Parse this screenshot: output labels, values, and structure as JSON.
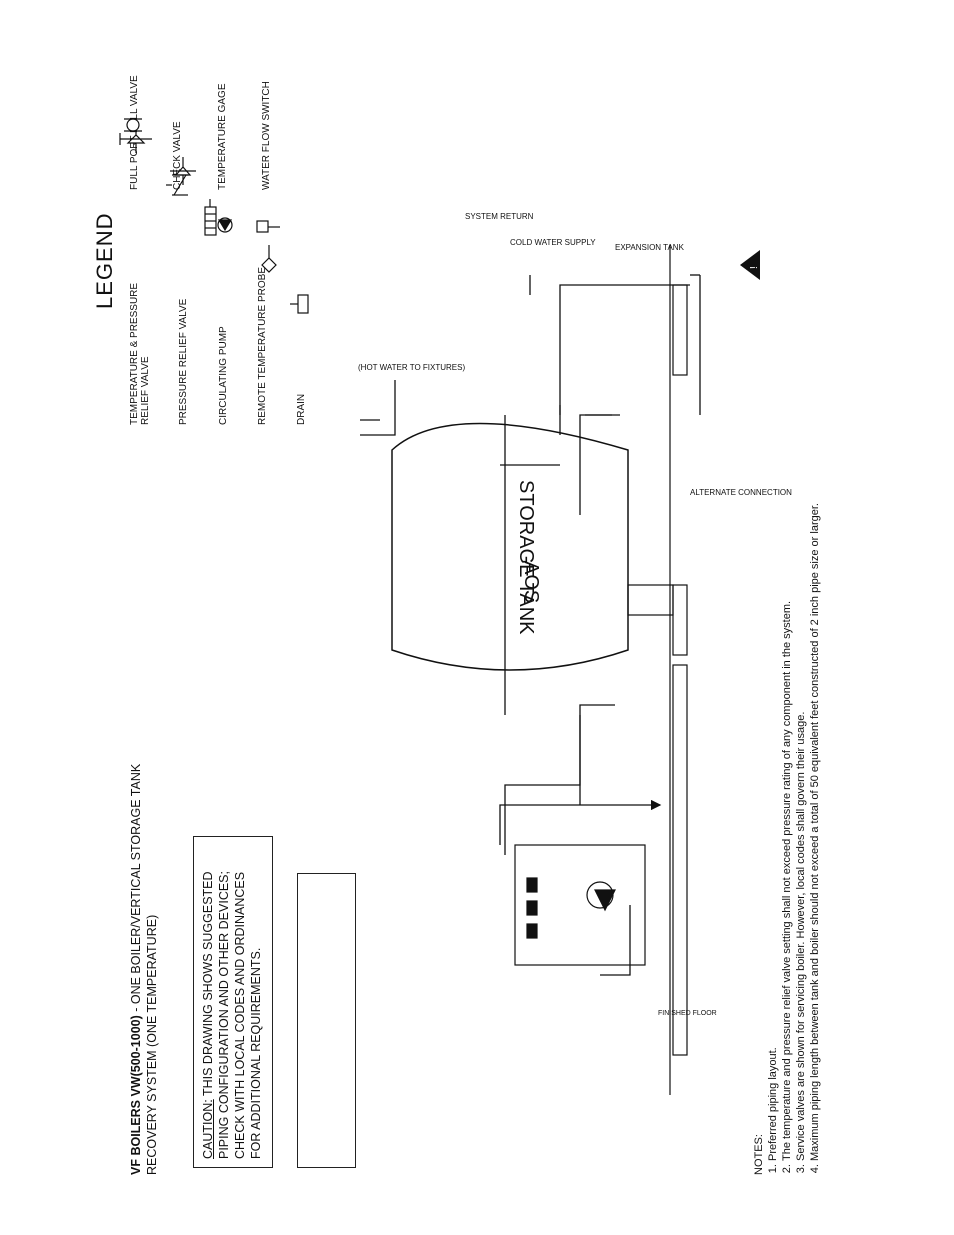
{
  "title": {
    "bold": "VF BOILERS VW(500-1000)",
    "rest": " - ONE BOILER/VERTICAL STORAGE TANK",
    "line2": "RECOVERY SYSTEM (ONE TEMPERATURE)"
  },
  "caution": {
    "label": "CAUTION:",
    "text": " THIS DRAWING SHOWS SUGGESTED PIPING CONFIGURATION AND OTHER DEVICES; CHECK WITH LOCAL CODES AND ORDINANCES FOR ADDITIONAL REQUIREMENTS."
  },
  "legend": {
    "title": "LEGEND",
    "items": [
      "TEMPERATURE & PRESSURE RELIEF VALVE",
      "PRESSURE RELIEF VALVE",
      "CIRCULATING PUMP",
      "REMOTE TEMPERATURE PROBE",
      "DRAIN",
      "FULL PORT BALL VALVE",
      "CHECK VALVE",
      "TEMPERATURE GAGE",
      "WATER FLOW SWITCH"
    ]
  },
  "diagram": {
    "tank_line1": "AOS",
    "tank_line2": "STORAGE TANK",
    "hot_water": "(HOT WATER TO FIXTURES)",
    "system_return": "SYSTEM RETURN",
    "cold_water_supply": "COLD WATER SUPPLY",
    "expansion_tank": "EXPANSION TANK",
    "alternate_connection": "ALTERNATE CONNECTION",
    "finished_floor": "FINISHED FLOOR"
  },
  "notes": {
    "heading": "NOTES:",
    "items": [
      "Preferred piping layout.",
      "The temperature and pressure relief valve setting shall not exceed pressure rating of any component in the system.",
      "Service valves are shown for servicing boiler. However, local codes shall govern their usage.",
      "Maximum piping length between tank and boiler should not exceed a total of 50 equivalent feet constructed of 2 inch pipe size or larger."
    ]
  }
}
